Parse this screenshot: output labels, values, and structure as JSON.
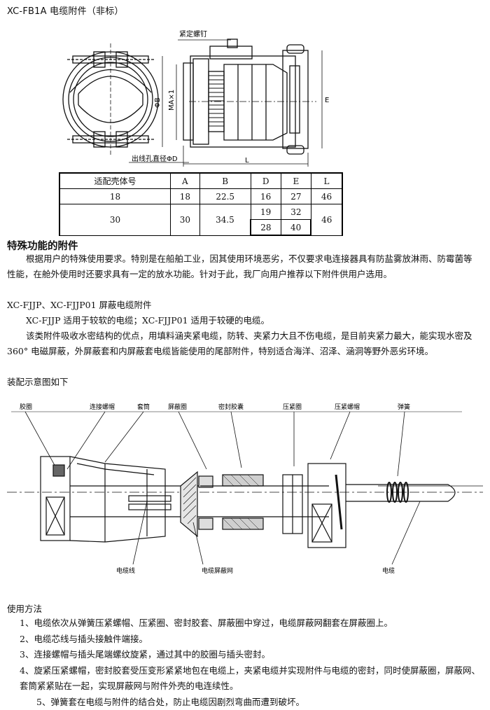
{
  "header": {
    "title": "XC-FB1A 电缆附件（非标）"
  },
  "drawing_top": {
    "callouts": {
      "set_screw": "紧定螺钉",
      "hole": "出线孔直径ΦD",
      "phi_b": "ΦB",
      "thread": "MA×1",
      "e": "E",
      "l": "L"
    }
  },
  "table": {
    "headers": [
      "适配壳体号",
      "A",
      "B",
      "D",
      "E",
      "L"
    ],
    "row1": [
      "18",
      "18",
      "22.5",
      "16",
      "27",
      "46"
    ],
    "row2": {
      "shell": "30",
      "a": "30",
      "b": "34.5",
      "d1": "19",
      "e1": "32",
      "d2": "28",
      "e2": "40",
      "l": "46"
    }
  },
  "section_title": "特殊功能的附件",
  "paragraphs": {
    "intro": "根据用户的特殊使用要求。特别是在船舶工业，因其使用环境恶劣，不仅要求电连接器具有防盐雾放淋雨、防霉菌等性能，在舱外使用时还要求具有一定的放水功能。针对于此，我厂向用户推荐以下附件供用户选用。",
    "subtitle": "XC-FJJP、XC-FJJP01 屏蔽电缆附件",
    "usage": "XC-FJJP 适用于较软的电缆；XC-FJJP01 适用于较硬的电缆。",
    "advantages": "该类附件吸收水密结构的优点，用填料涵夹紧电缆，防转、夹紧力大且不伤电缆，是目前夹紧力最大，能实现水密及 360° 电磁屏蔽，外屏蔽套和内屏蔽套电缆皆能使用的尾部附件，特别适合海洋、沼泽、涵洞等野外恶劣环境。",
    "diagram_caption": "装配示意图如下"
  },
  "assembly_labels": {
    "rubber_ring": "胶圈",
    "coupling_nut": "连接螺帽",
    "sleeve": "套筒",
    "shield_ring": "屏蔽圈",
    "seal_capsule": "密封胶囊",
    "press_ring": "压紧圈",
    "press_nut": "压紧螺帽",
    "spring": "弹簧",
    "cable_wire": "电缆线",
    "shield_mesh": "电缆屏蔽网",
    "cable": "电缆"
  },
  "usage_section": {
    "title": "使用方法",
    "steps": [
      "1、电缆依次从弹簧压紧螺帽、压紧圈、密封胶套、屏蔽圈中穿过，电缆屏蔽网翻套在屏蔽圈上。",
      "2、电缆芯线与插头接触件端接。",
      "3、连接螺帽与插头尾端螺纹旋紧，通过其中的胶圈与插头密封。",
      "4、旋紧压紧螺帽，密封胶套受压变形紧紧地包在电缆上，夹紧电缆并实现附件与电缆的密封，同时使屏蔽圈，屏蔽网、套筒紧紧贴在一起，实现屏蔽网与附件外壳的电连续性。",
      "5、弹簧套在电缆与附件的结合处，防止电缆因剧烈弯曲而遭到破坏。"
    ]
  }
}
